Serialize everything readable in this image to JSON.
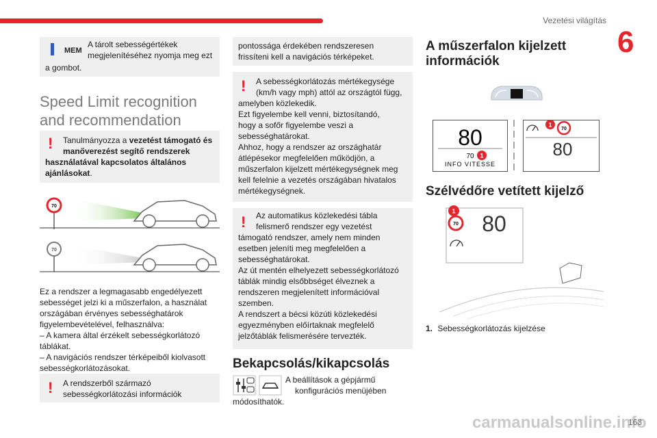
{
  "header": {
    "section_title": "Vezetési világítás",
    "chapter_number": "6"
  },
  "col1": {
    "mem_note": {
      "icon_label": "MEM",
      "line1": "A tárolt sebességértékek",
      "line2": "megjelenítéséhez nyomja meg ezt",
      "line3": "a gombot."
    },
    "section_title_line1": "Speed Limit recognition",
    "section_title_line2": "and recommendation",
    "warn1": {
      "line1_pre": "Tanulmányozza a ",
      "line1_bold": "vezetést támogató és",
      "line2_bold": "manőverezést segítő rendszerek",
      "line3_bold": "használatával kapcsolatos általános",
      "line4_bold": "ajánlásokat",
      "line4_end": "."
    },
    "illus_sign1": "70",
    "illus_sign2": "70",
    "body": [
      "Ez a rendszer a legmagasabb engedélyezett",
      "sebességet jelzi ki a műszerfalon, a használat",
      "országában érvényes sebességhatárok",
      "figyelembevételével, felhasználva:",
      "– A kamera által érzékelt sebességkorlátozó",
      "táblákat.",
      "– A navigációs rendszer térképeiből kiolvasott",
      "sebességkorlátozásokat."
    ],
    "warn2": {
      "line1": "A rendszerből származó",
      "line2": "sebességkorlátozási információk"
    }
  },
  "col2": {
    "box1": {
      "line1": "pontossága érdekében rendszeresen",
      "line2": "frissíteni kell a navigációs térképeket."
    },
    "box2": [
      "A sebességkorlátozás mértékegysége",
      "(km/h vagy mph) attól az országtól függ,",
      "amelyben közlekedik.",
      "Ezt figyelembe kell venni, biztosítandó,",
      "hogy a sofőr figyelembe veszi a",
      "sebességhatárokat.",
      "Ahhoz, hogy a rendszer az országhatár",
      "átlépésekor megfelelően működjön, a",
      "műszerfalon kijelzett mértékegységnek meg",
      "kell felelnie a vezetés országában hivatalos",
      "mértékegységnek."
    ],
    "box3": [
      "Az automatikus közlekedési tábla",
      "felismerő rendszer egy vezetést",
      "támogató rendszer, amely nem minden",
      "esetben jeleníti meg megfelelően a",
      "sebességhatárokat.",
      "Az út mentén elhelyezett sebességkorlátozó",
      "táblák mindig elsőbbséget élveznek a",
      "rendszeren megjelenített információval",
      "szemben.",
      "A rendszert a bécsi közúti közlekedési",
      "egyezményben előírtaknak megfelelő",
      "jelzőtáblák felismerésére tervezték."
    ],
    "onoff_title": "Bekapcsolás/kikapcsolás",
    "onoff_text": {
      "line1": "A beállítások a gépjármű",
      "line2": "konfigurációs menüjében",
      "line3": "módosíthatók."
    }
  },
  "col3": {
    "title_line1": "A műszerfalon kijelzett",
    "title_line2": "információk",
    "cluster_left_value": "80",
    "cluster_left_small": "70",
    "cluster_left_label": "INFO VITESSE",
    "cluster_right_sign": "70",
    "cluster_right_value": "80",
    "callout": "1",
    "hud_title": "Szélvédőre vetített kijelző",
    "hud_sign": "70",
    "hud_value": "80",
    "legend_num": "1.",
    "legend_text": "Sebességkorlátozás kijelzése"
  },
  "footer": {
    "page_number": "163",
    "watermark": "carmanualsonline.info"
  }
}
